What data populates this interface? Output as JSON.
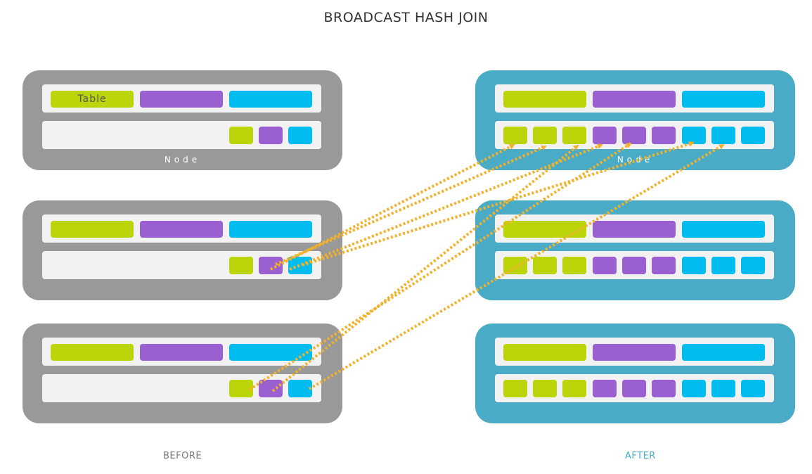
{
  "title": "BROADCAST HASH JOIN",
  "captions": {
    "before": "BEFORE",
    "after": "AFTER"
  },
  "table_label": "Table",
  "node_label": "Node",
  "colors": {
    "green": "#bcd40a",
    "purple": "#9a5fd0",
    "cyan": "#00bcef",
    "arrow": "#f2b12a",
    "before_node": "#999999",
    "after_node": "#4aabc6"
  }
}
